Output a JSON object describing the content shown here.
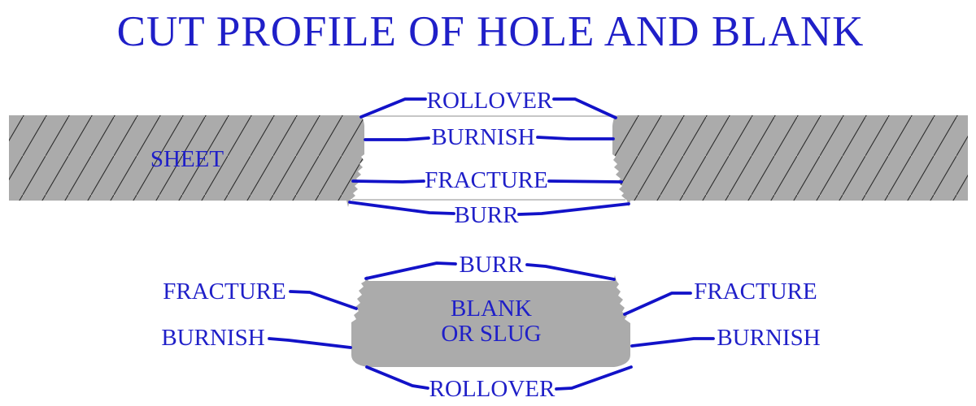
{
  "title": "CUT PROFILE OF HOLE AND BLANK",
  "colors": {
    "background": "#ffffff",
    "text_blue": "#1f1fc8",
    "line_blue": "#1212c8",
    "sheet_gray": "#ababab",
    "surface_line_gray": "#c6c6c6",
    "hatch_black": "#2e2e2e"
  },
  "sheet_diagram": {
    "sheet_label": "SHEET",
    "labels": {
      "rollover": "ROLLOVER",
      "burnish": "BURNISH",
      "fracture": "FRACTURE",
      "burr": "BURR"
    }
  },
  "blank_diagram": {
    "body_label_line1": "BLANK",
    "body_label_line2": "OR SLUG",
    "labels": {
      "burr": "BURR",
      "fracture_left": "FRACTURE",
      "fracture_right": "FRACTURE",
      "burnish_left": "BURNISH",
      "burnish_right": "BURNISH",
      "rollover": "ROLLOVER"
    }
  }
}
